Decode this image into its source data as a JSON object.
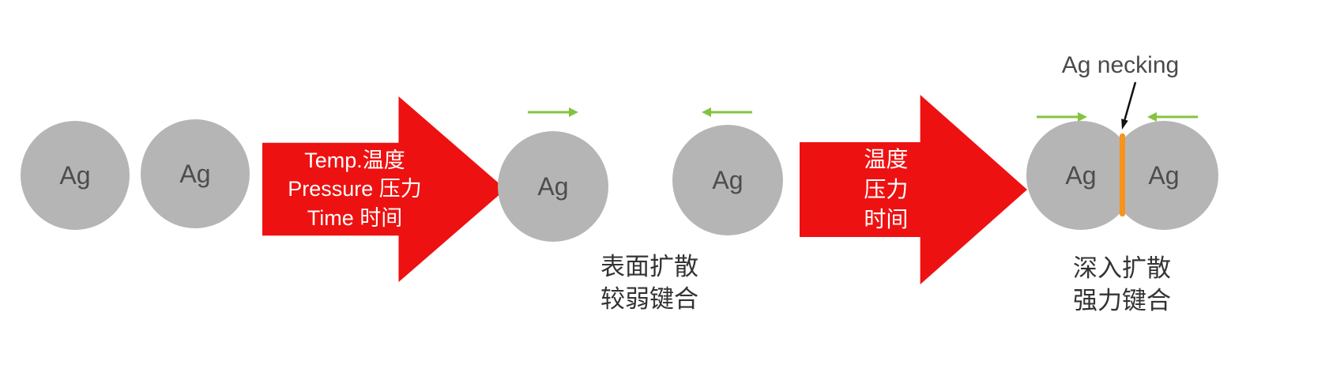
{
  "colors": {
    "particle_gray": "#b5b5b5",
    "particle_text": "#4d4d4d",
    "process_arrow_red": "#ee1111",
    "diffusion_arrow_green": "#84c340",
    "neck_orange": "#f7941d",
    "caption_text": "#333333"
  },
  "stage1": {
    "particles": [
      "Ag",
      "Ag"
    ]
  },
  "process_arrow1": {
    "line1": "Temp.温度",
    "line2": "Pressure 压力",
    "line3": "Time 时间"
  },
  "stage2": {
    "particles": [
      "Ag",
      "Ag"
    ],
    "caption_line1": "表面扩散",
    "caption_line2": "较弱键合"
  },
  "process_arrow2": {
    "line1": "温度",
    "line2": "压力",
    "line3": "时间"
  },
  "stage3": {
    "particles": [
      "Ag",
      "Ag"
    ],
    "necking_label": "Ag necking",
    "caption_line1": "深入扩散",
    "caption_line2": "强力键合"
  }
}
